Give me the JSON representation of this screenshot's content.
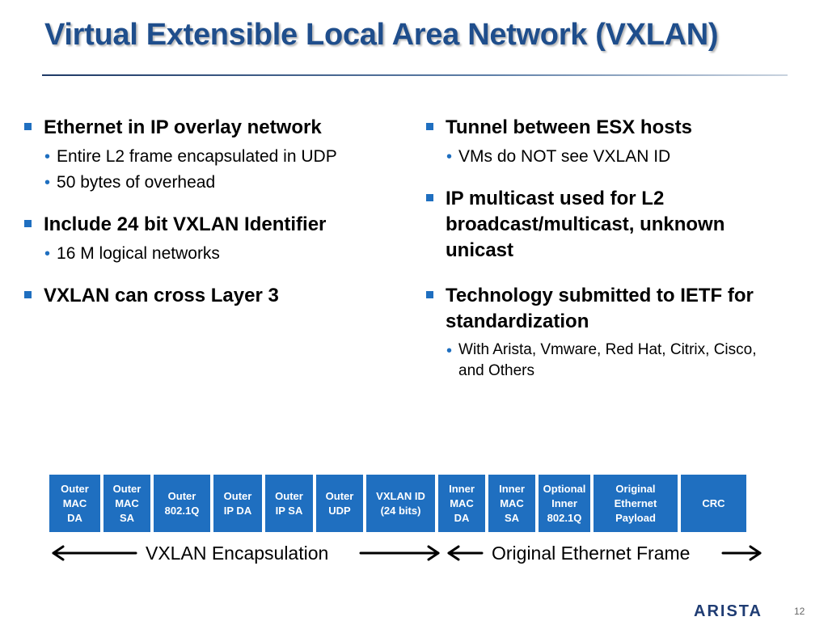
{
  "slide": {
    "title": "Virtual Extensible Local Area Network (VXLAN)",
    "page_number": "12",
    "logo_text": "ARISTA"
  },
  "left_column": {
    "bullets": [
      {
        "text": "Ethernet in IP overlay network",
        "subs": [
          "Entire L2 frame encapsulated in UDP",
          "50 bytes of overhead"
        ]
      },
      {
        "text": "Include 24 bit VXLAN Identifier",
        "subs": [
          "16 M logical networks"
        ]
      },
      {
        "text": "VXLAN can cross Layer 3",
        "subs": []
      }
    ]
  },
  "right_column": {
    "bullets": [
      {
        "text": "Tunnel between ESX hosts",
        "subs": [
          "VMs do NOT see VXLAN ID"
        ]
      },
      {
        "text": "IP multicast used for L2 broadcast/multicast, unknown unicast",
        "subs": []
      },
      {
        "text": "Technology submitted to IETF for standardization",
        "subs": [
          "With Arista, Vmware, Red Hat, Citrix, Cisco, and Others"
        ]
      }
    ]
  },
  "frame_fields": [
    "Outer\nMAC\nDA",
    "Outer\nMAC\nSA",
    "Outer\n802.1Q",
    "Outer\nIP DA",
    "Outer\nIP SA",
    "Outer\nUDP",
    "VXLAN ID\n(24 bits)",
    "Inner\nMAC\nDA",
    "Inner\nMAC\nSA",
    "Optional\nInner\n802.1Q",
    "Original\nEthernet\nPayload",
    "CRC"
  ],
  "legend": {
    "encapsulation": "VXLAN Encapsulation",
    "original": "Original Ethernet Frame"
  },
  "colors": {
    "title": "#1f4e8c",
    "accent": "#1f6fc0",
    "frame_cell": "#1f6fc0"
  }
}
